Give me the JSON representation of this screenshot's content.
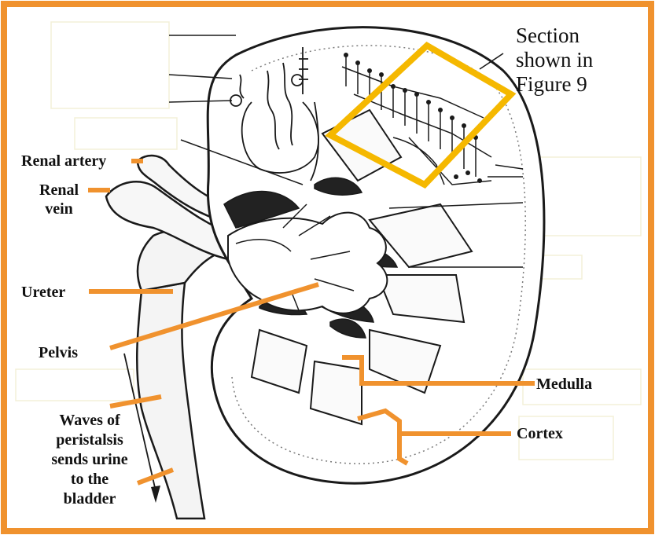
{
  "colors": {
    "frame": "#f0922e",
    "leader": "#f0922e",
    "highlight": "#f5b800",
    "ink": "#1a1a1a",
    "fill_dark": "#222222",
    "paper": "#ffffff"
  },
  "labels": {
    "renal_artery": "Renal artery",
    "renal_vein_1": "Renal",
    "renal_vein_2": "vein",
    "ureter": "Ureter",
    "pelvis": "Pelvis",
    "medulla": "Medulla",
    "cortex": "Cortex",
    "peristalsis": [
      "Waves of",
      "peristalsis",
      "sends urine",
      "to the",
      "bladder"
    ]
  },
  "callout": {
    "lines": [
      "Section",
      "shown in",
      "Figure 9"
    ]
  },
  "icons": [
    "kidney-cross-section-illustration",
    "nephron-detail",
    "capillary-network"
  ]
}
